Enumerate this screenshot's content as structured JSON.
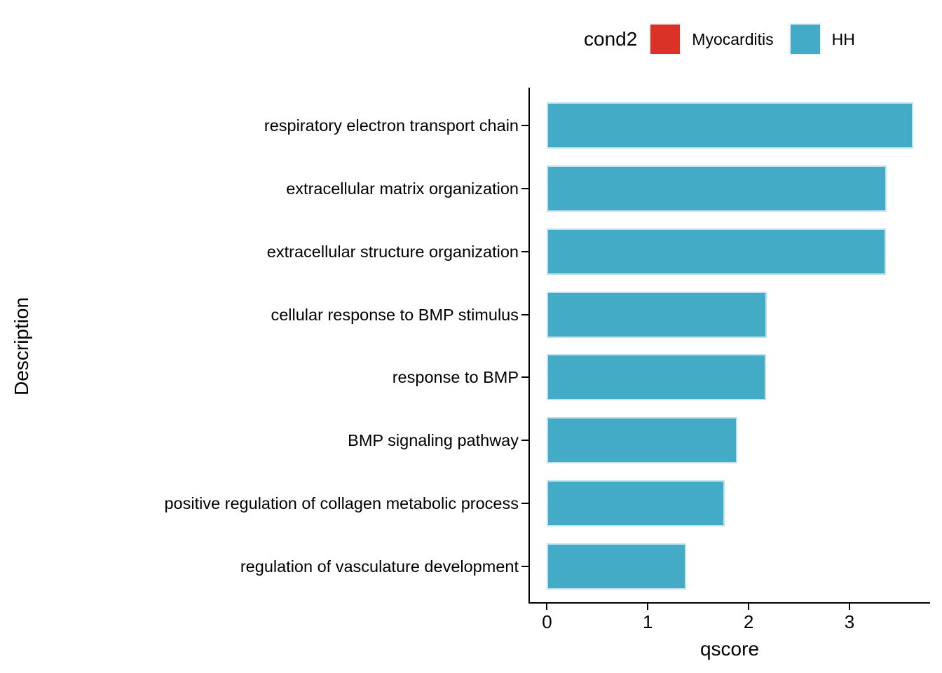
{
  "legend": {
    "title": "cond2",
    "items": [
      {
        "label": "Myocarditis",
        "color": "#DB3227"
      },
      {
        "label": "HH",
        "color": "#44ABC7"
      }
    ]
  },
  "chart_data": {
    "type": "bar",
    "orientation": "horizontal",
    "title": "",
    "xlabel": "qscore",
    "ylabel": "Description",
    "categories": [
      "respiratory electron transport chain",
      "extracellular matrix organization",
      "extracellular structure organization",
      "cellular response to BMP stimulus",
      "response to BMP",
      "BMP signaling pathway",
      "positive regulation of collagen metabolic process",
      "regulation of vasculature development"
    ],
    "series": [
      {
        "name": "HH",
        "color": "#44ABC7",
        "values": [
          3.63,
          3.37,
          3.36,
          2.18,
          2.17,
          1.89,
          1.76,
          1.38
        ]
      }
    ],
    "x_ticks": [
      0,
      1,
      2,
      3
    ],
    "xlim": [
      -0.17,
      3.8
    ],
    "grid": false,
    "legend_position": "top",
    "theme": "classic"
  }
}
